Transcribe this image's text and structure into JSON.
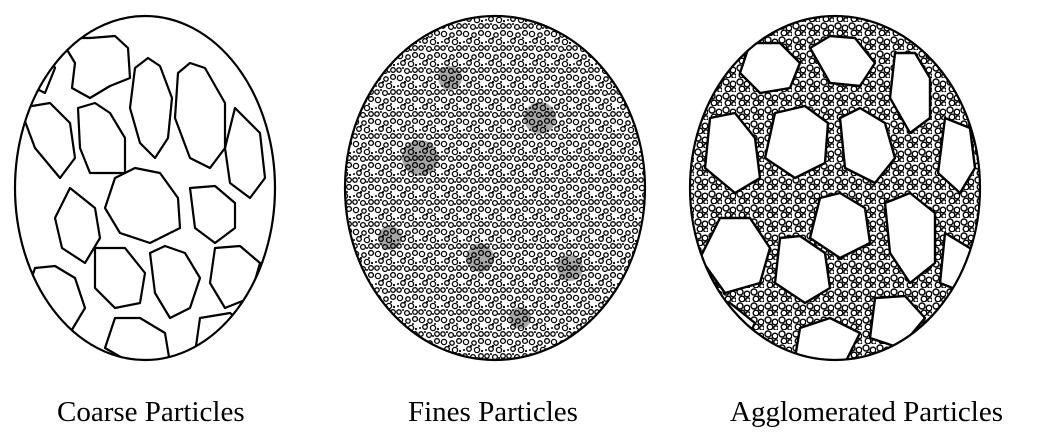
{
  "figure": {
    "panels": [
      {
        "id": "coarse",
        "caption": "Coarse Particles"
      },
      {
        "id": "fine",
        "caption": "Fines Particles"
      },
      {
        "id": "agglomerated",
        "caption": "Agglomerated Particles"
      }
    ]
  },
  "colors": {
    "ink": "#000000",
    "background": "#ffffff"
  }
}
